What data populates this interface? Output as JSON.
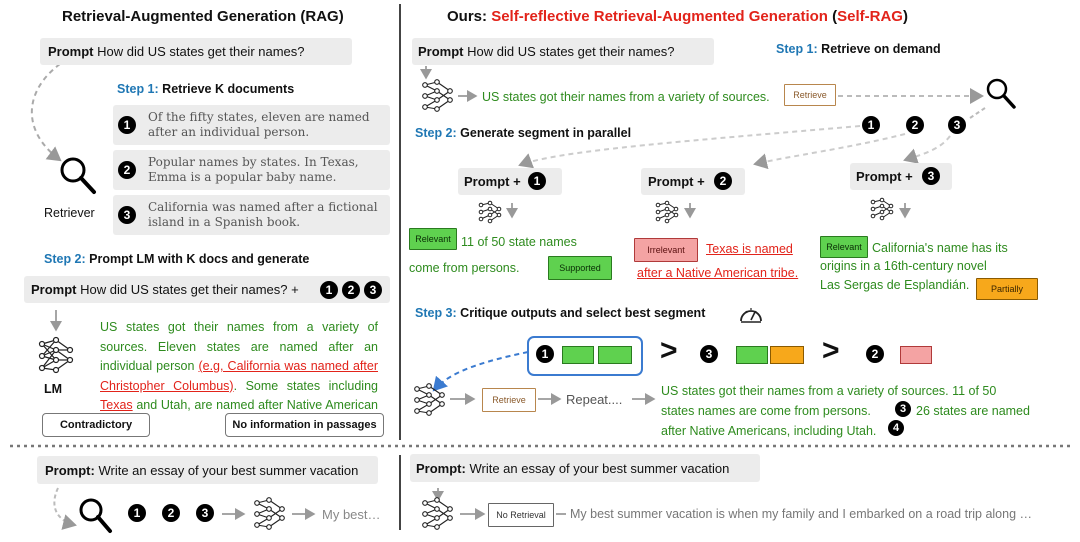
{
  "left": {
    "title": "Retrieval-Augmented Generation (RAG)",
    "prompt_label": "Prompt",
    "prompt_text": "How did US states get their names?",
    "step1_label": "Step 1:",
    "step1_text": "Retrieve K documents",
    "docs": [
      "Of the fifty states, eleven are named after an individual person.",
      "Popular names by states. In Texas, Emma is a popular baby name.",
      "California was named after a fictional island in a Spanish book."
    ],
    "retriever_label": "Retriever",
    "step2_label": "Step 2:",
    "step2_text": "Prompt LM with K docs and generate",
    "prompt2_text": "How did US states get their names? +",
    "lm_label": "LM",
    "output_part1": "US states got their names from a variety of sources. Eleven states are named after an individual person ",
    "output_red1": "(e.g, California was named after Christopher Columbus)",
    "output_part2": ". Some states including ",
    "output_red2": "Texas",
    "output_part3": " and Utah, are named after Native American tribe.",
    "contradictory_label": "Contradictory",
    "noinfo_label": "No information in passages"
  },
  "right": {
    "title_prefix": "Ours: ",
    "title_red": "Self-reflective Retrieval-Augmented Generation",
    "title_paren_open": " (",
    "title_abbr": "Self-RAG",
    "title_paren_close": ")",
    "prompt_label": "Prompt",
    "prompt_text": "How did US states get their names?",
    "step1_label": "Step 1:",
    "step1_text": "Retrieve on demand",
    "first_output": "US states got their names from a variety of sources.",
    "retrieve_tag": "Retrieve",
    "step2_label": "Step 2:",
    "step2_text": "Generate segment in parallel",
    "prompt_plus": "Prompt +",
    "seg1_line1": "11 of 50 state names",
    "seg1_line2": "come from persons.",
    "relevant_tag": "Relevant",
    "supported_tag": "Supported",
    "irrelevant_tag": "Irrelevant",
    "seg2_line1": "Texas is named",
    "seg2_line2": "after a Native American tribe.",
    "seg3_line1": "California's name has its",
    "seg3_line2": "origins in a 16th-century novel",
    "seg3_line3": "Las Sergas de Esplandián.",
    "partially_tag": "Partially",
    "step3_label": "Step 3:",
    "step3_text": "Critique outputs and select best segment",
    "gt": ">",
    "repeat_text": "Repeat....",
    "final_line1": "US states got their names from a variety of sources. 11 of 50",
    "final_line2a": "states names are come from persons.",
    "final_line2b": "26 states are named",
    "final_line3": "after Native Americans, including Utah."
  },
  "bottom": {
    "left_prompt_label": "Prompt:",
    "left_prompt_text": "Write an essay of your best summer vacation",
    "left_output": "My best…",
    "right_prompt_label": "Prompt:",
    "right_prompt_text": "Write an essay of your best summer vacation",
    "noretrieval_tag": "No Retrieval",
    "right_output": "My best summer vacation is when my family and I embarked on a road trip along …"
  },
  "numbers": [
    "1",
    "2",
    "3",
    "4"
  ],
  "colors": {
    "accent_red": "#e2231a",
    "step_blue": "#1f77b4",
    "text_green": "#2e8b1e",
    "tag_green": "#5fd14f",
    "tag_pink": "#f4a3a3",
    "tag_orange": "#f7a81b"
  },
  "icons": [
    "search-icon",
    "network-icon",
    "speedometer-icon"
  ]
}
